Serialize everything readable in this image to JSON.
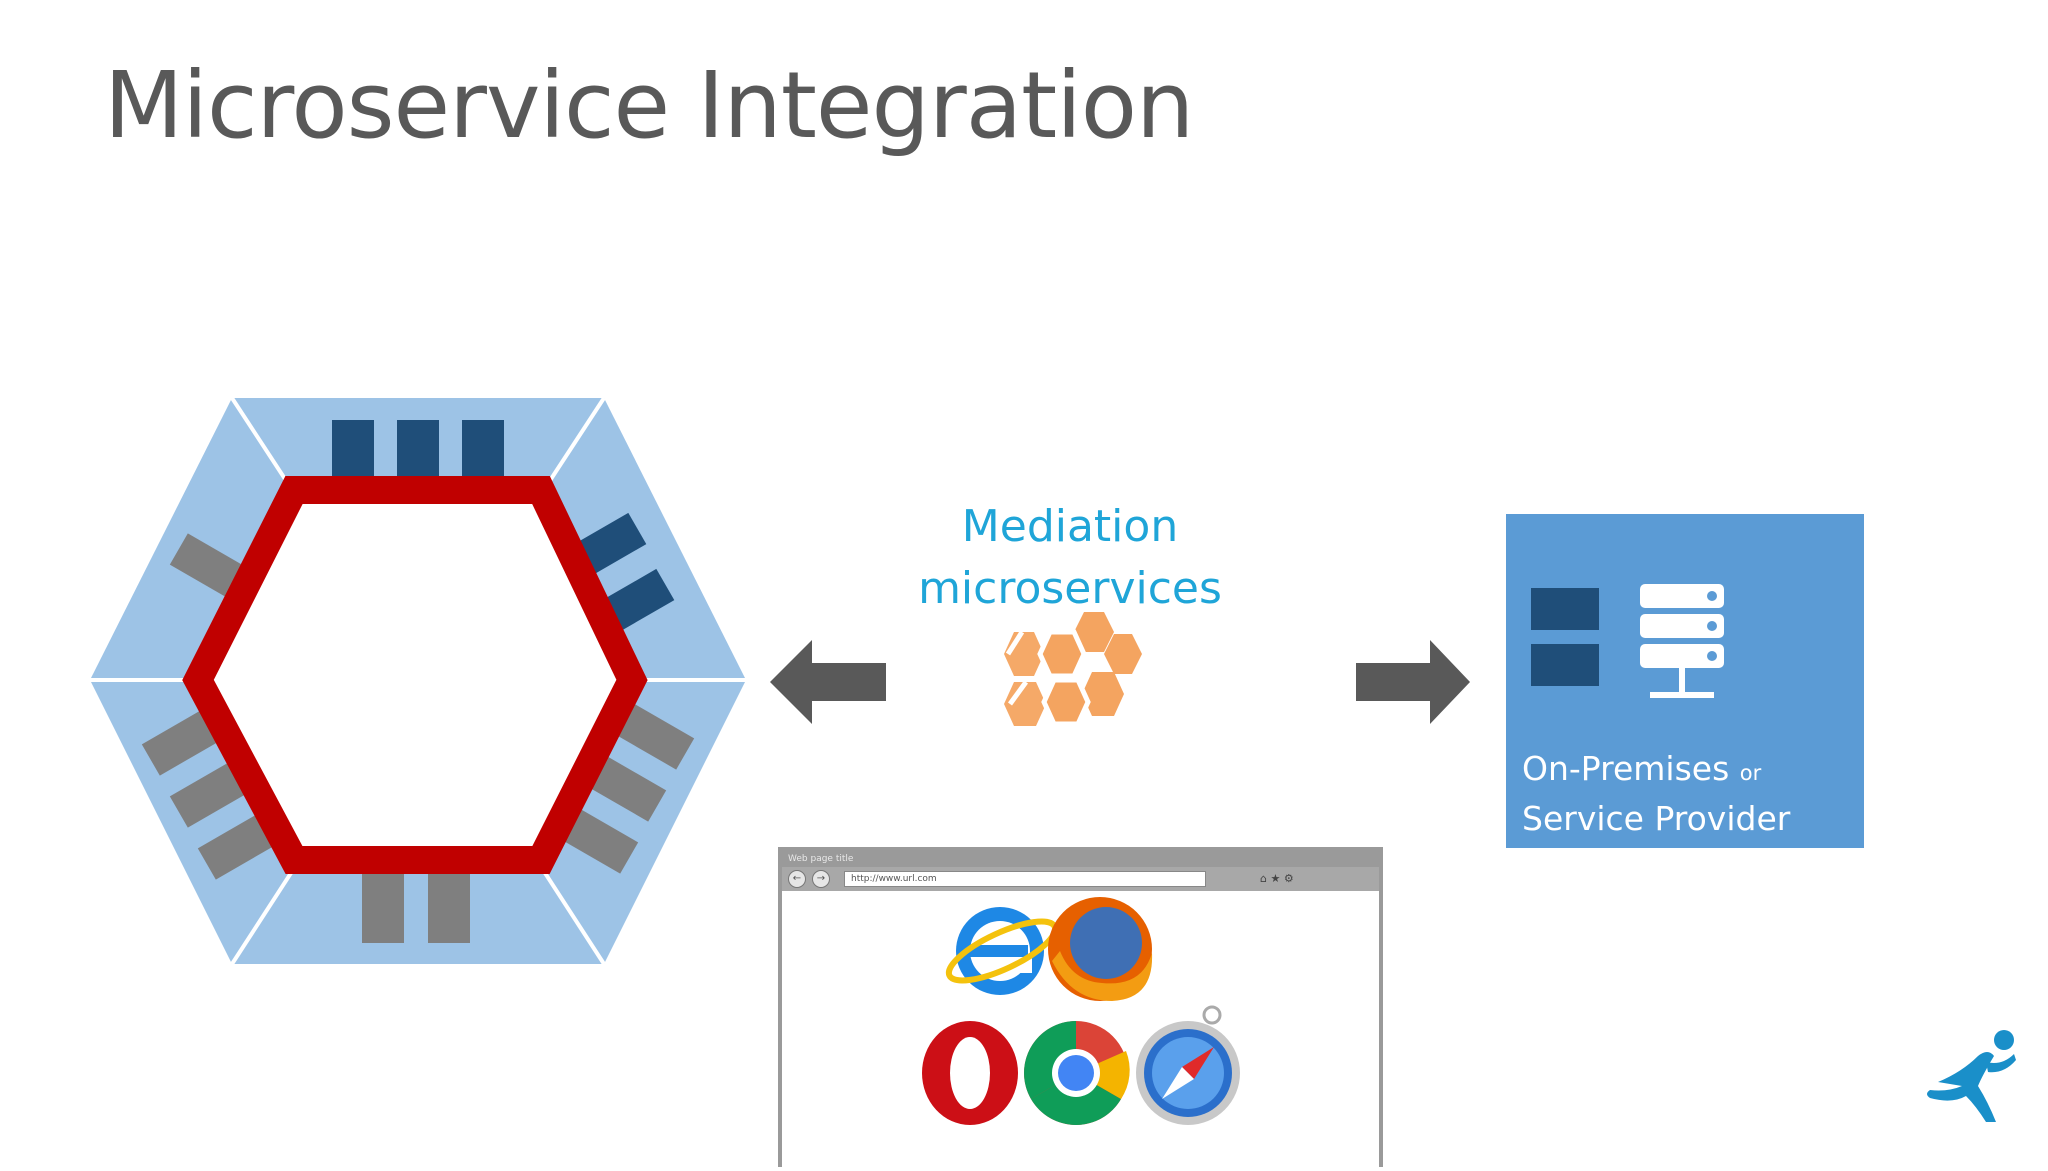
{
  "slide": {
    "title": "Microservice Integration",
    "mediation_label_line1": "Mediation",
    "mediation_label_line2": "microservices",
    "server_label_line1": "On-Premises",
    "server_label_or": "or",
    "server_label_line2": "Service Provider"
  },
  "browser": {
    "window_title": "Web page title",
    "url": "http://www.url.com",
    "icons": [
      "internet-explorer-icon",
      "firefox-icon",
      "opera-icon",
      "chrome-icon",
      "safari-icon"
    ]
  },
  "colors": {
    "title": "#595959",
    "hex_outer": "#9dc3e6",
    "hex_ring": "#c00000",
    "port_dark": "#1f4e79",
    "port_gray": "#7f7f7f",
    "arrow": "#595959",
    "mediation_text": "#1fa5d8",
    "mediation_hex": "#f4a460",
    "server_box": "#5b9bd5"
  }
}
